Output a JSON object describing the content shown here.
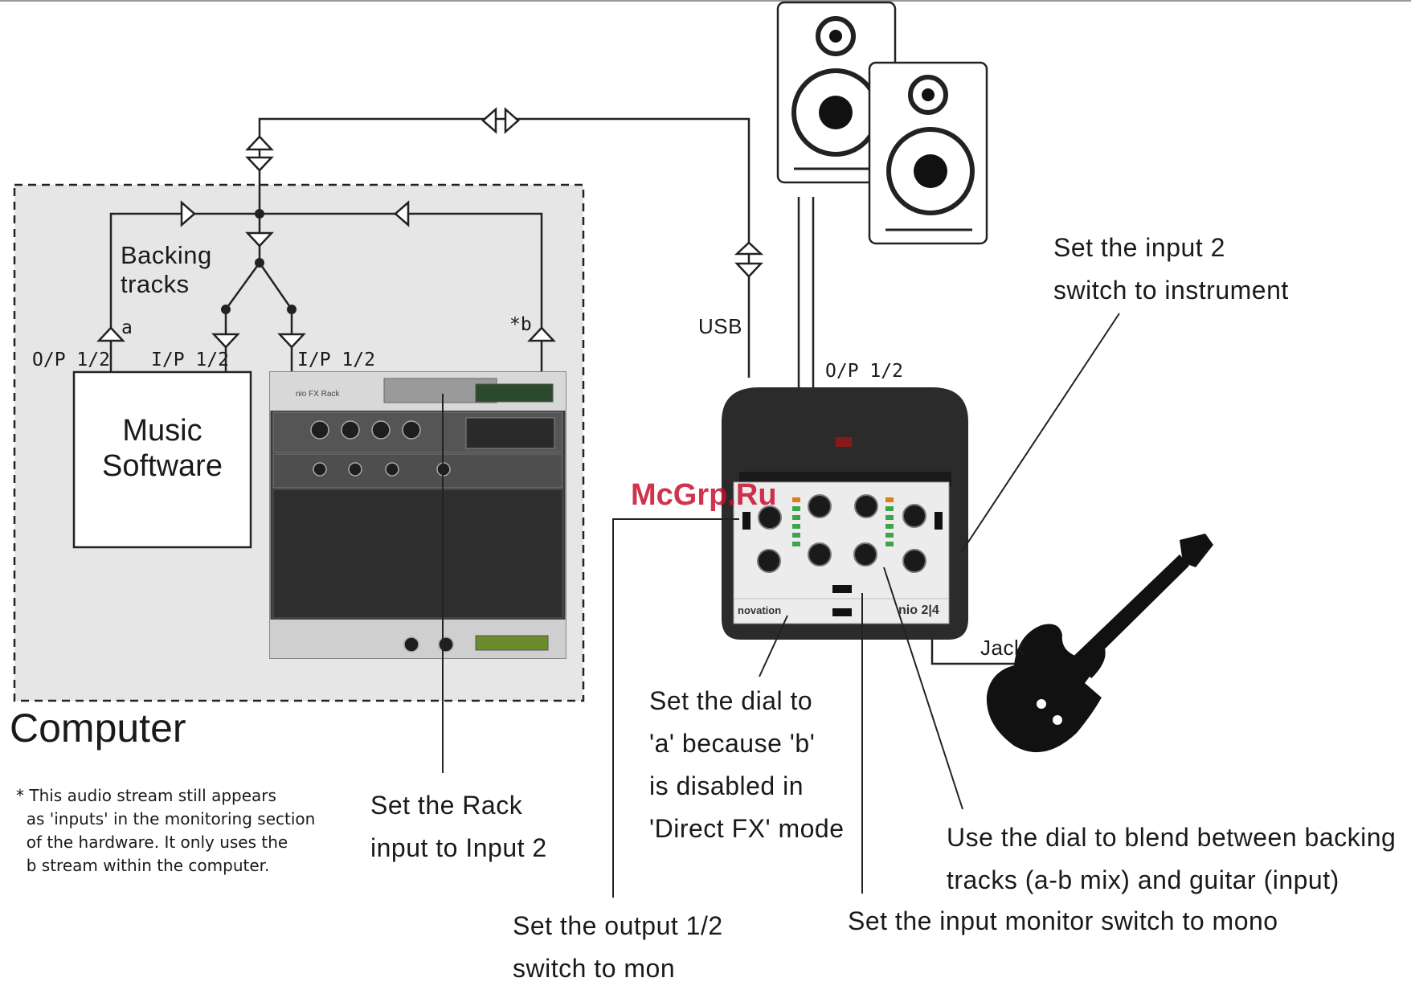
{
  "labels": {
    "computer": "Computer",
    "music_software": "Music Software",
    "music_software_line1": "Music",
    "music_software_line2": "Software",
    "backing_tracks_line1": "Backing",
    "backing_tracks_line2": "tracks",
    "op12_left": "O/P 1/2",
    "ip12_music": "I/P 1/2",
    "ip12_rack": "I/P 1/2",
    "op12_device": "O/P 1/2",
    "usb": "USB",
    "jack": "Jack",
    "stream_a": "a",
    "stream_b": "*b"
  },
  "footnote": {
    "line1": "* This audio stream still appears",
    "line2": "as 'inputs' in the monitoring section",
    "line3": "of the hardware. It only uses the",
    "line4": "b stream within the computer."
  },
  "annotations": {
    "rack_line1": "Set the Rack",
    "rack_line2": "input to Input 2",
    "dial_line1": "Set the dial to",
    "dial_line2": "'a' because 'b'",
    "dial_line3": "is disabled in",
    "dial_line4": "'Direct FX' mode",
    "output_line1": "Set the output 1/2",
    "output_line2": "switch to mon",
    "monitor_line1": "Set the input monitor switch to mono",
    "blend_line1": "Use the dial to blend between backing",
    "blend_line2": "tracks (a-b mix) and guitar (input)",
    "input2_line1": "Set the input 2",
    "input2_line2": "switch to instrument"
  },
  "hardware": {
    "brand": "novation",
    "model": "nio",
    "model_suffix": "2|4",
    "plugin_brand": "nio FX Rack"
  },
  "watermark": "McGrp.Ru",
  "colors": {
    "computer_box_fill": "#e6e6e6",
    "device_body": "#2b2b2b",
    "watermark": "#c8102e",
    "led_green": "#3fa34d",
    "led_orange": "#e07b1a"
  }
}
